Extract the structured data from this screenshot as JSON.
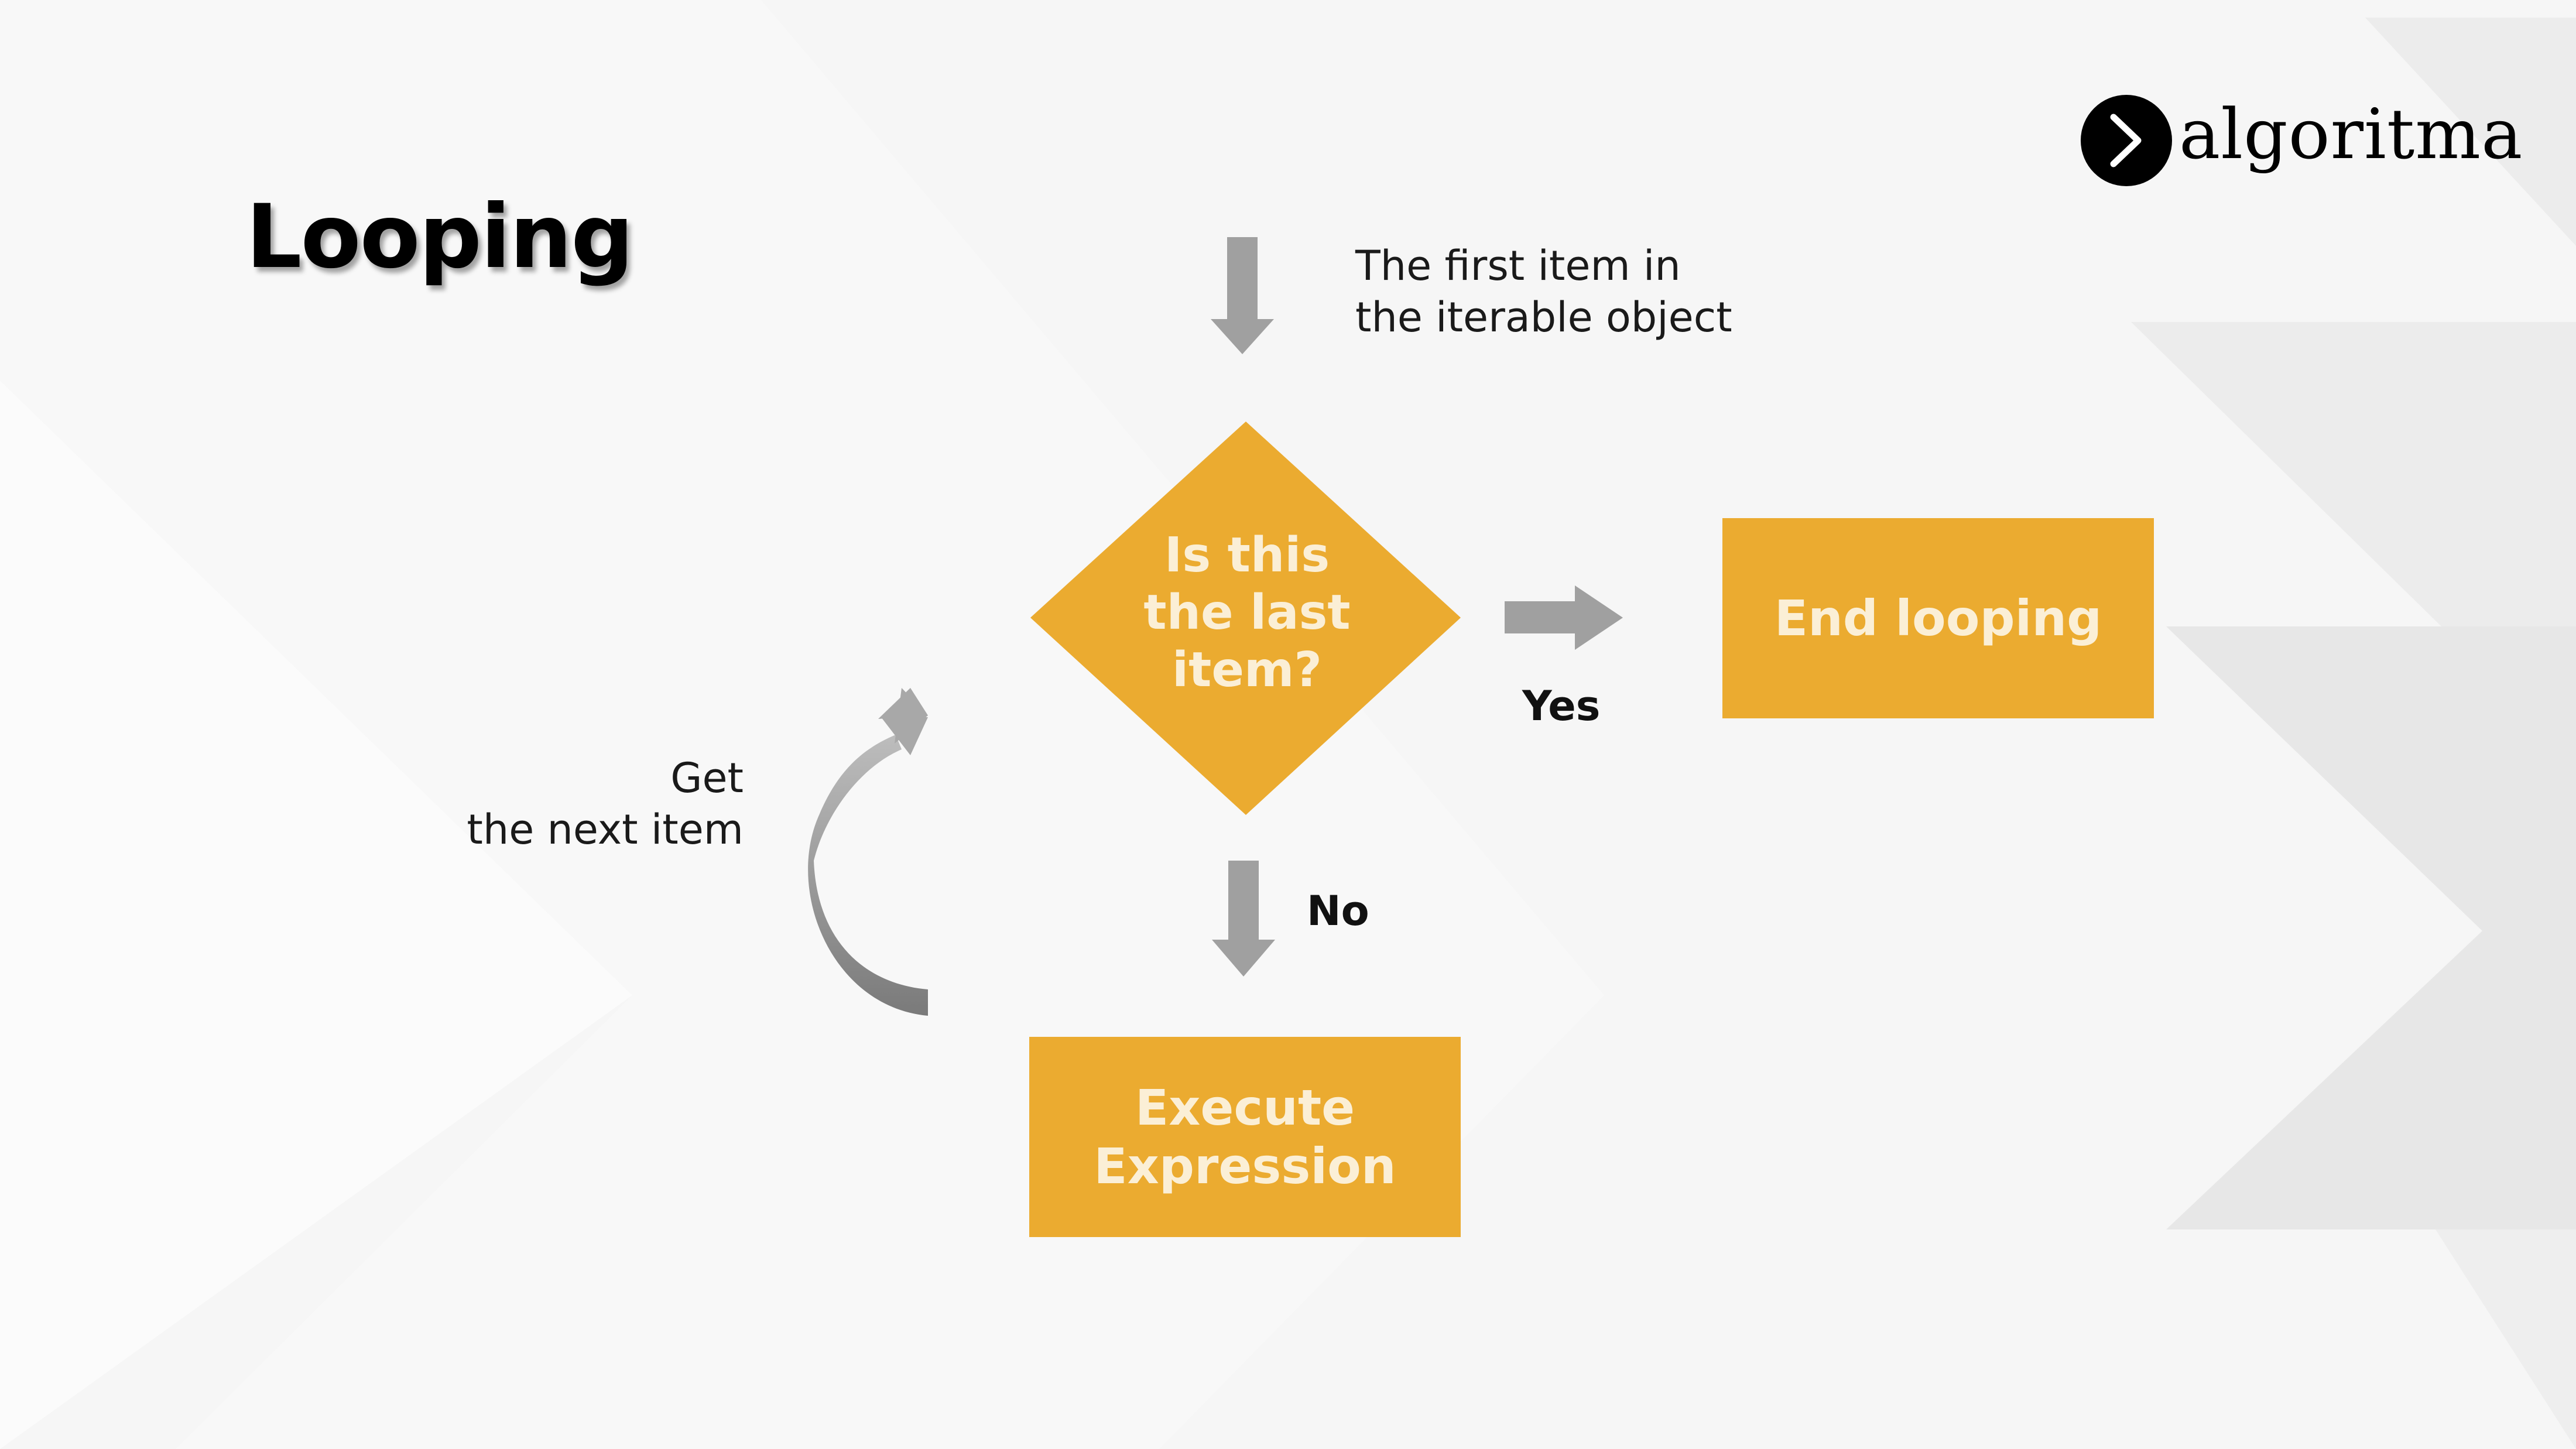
{
  "title": "Looping",
  "logo": {
    "text": "algoritma",
    "icon": "chevron-right-icon"
  },
  "notes": {
    "first_item": [
      "The first item in",
      "the iterable object"
    ],
    "get_next": [
      "Get",
      "the next item"
    ]
  },
  "decision": {
    "lines": [
      "Is this",
      "the last",
      "item?"
    ]
  },
  "end_box": {
    "label": "End looping"
  },
  "execute_box": {
    "lines": [
      "Execute",
      "Expression"
    ]
  },
  "branches": {
    "yes": "Yes",
    "no": "No"
  },
  "colors": {
    "box_fill": "#ebab30",
    "box_text": "#fbefd6",
    "arrow": "#a0a0a0",
    "background": "#f6f6f6"
  }
}
